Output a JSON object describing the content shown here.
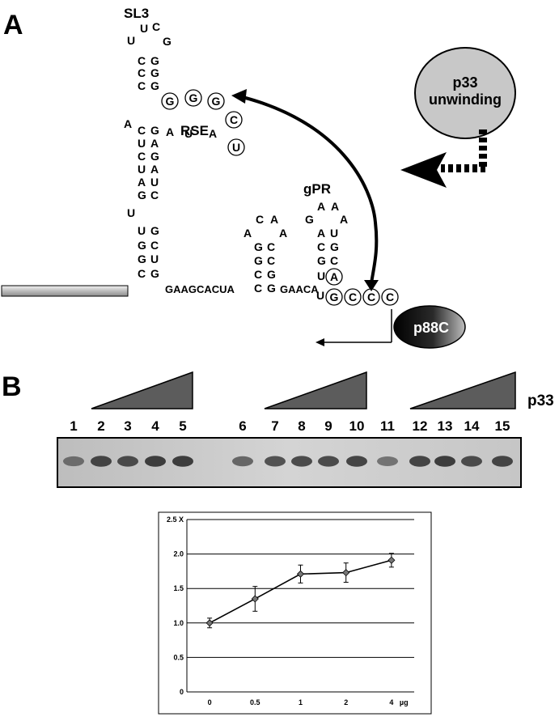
{
  "panel_a": {
    "label": "A",
    "sl3_label": "SL3",
    "rse_label": "RSE",
    "gpr_label": "gPR",
    "p33_bubble": [
      "p33",
      "unwinding"
    ],
    "p88c_label": "p88C",
    "colors": {
      "bubble_fill": "#c8c8c8",
      "black": "#000000"
    },
    "nucleotides": [
      "U",
      "C",
      "U",
      "G",
      "C",
      "G",
      "C",
      "G",
      "C",
      "G",
      "A",
      "A",
      "U",
      "A",
      "C",
      "G",
      "U",
      "A",
      "C",
      "G",
      "U",
      "A",
      "A",
      "U",
      "G",
      "C",
      "U",
      "U",
      "G",
      "G",
      "C",
      "G",
      "U",
      "C",
      "G",
      "C",
      "A",
      "A",
      "A",
      "G",
      "C",
      "G",
      "C",
      "C",
      "G",
      "C",
      "G",
      "A",
      "A",
      "G",
      "A",
      "A",
      "U",
      "C",
      "G",
      "G",
      "C",
      "U",
      "GAAGCACUA",
      "GAACA",
      "U"
    ],
    "circled_nucleotides": [
      "G",
      "G",
      "G",
      "C",
      "U",
      "A",
      "G",
      "C",
      "C",
      "C"
    ]
  },
  "panel_b": {
    "label": "B",
    "protein_label": "p33",
    "lane_numbers": [
      "1",
      "2",
      "3",
      "4",
      "5",
      "6",
      "7",
      "8",
      "9",
      "10",
      "11",
      "12",
      "13",
      "14",
      "15"
    ],
    "lane_band_intensity": [
      0.55,
      0.85,
      0.8,
      0.9,
      0.9,
      0.6,
      0.75,
      0.8,
      0.8,
      0.85,
      0.5,
      0.85,
      0.9,
      0.8,
      0.85
    ]
  },
  "chart_data": {
    "type": "line",
    "categories": [
      "0",
      "0.5",
      "1",
      "2",
      "4"
    ],
    "x_unit": "µg",
    "values": [
      1.0,
      1.35,
      1.71,
      1.73,
      1.91
    ],
    "error": [
      0.07,
      0.18,
      0.13,
      0.14,
      0.1
    ],
    "y_ticks": [
      "0",
      "0.5",
      "1.0",
      "1.5",
      "2.0",
      "2.5 X"
    ],
    "ylim": [
      0,
      2.5
    ],
    "grid": true,
    "title": "",
    "xlabel": "",
    "ylabel": ""
  }
}
